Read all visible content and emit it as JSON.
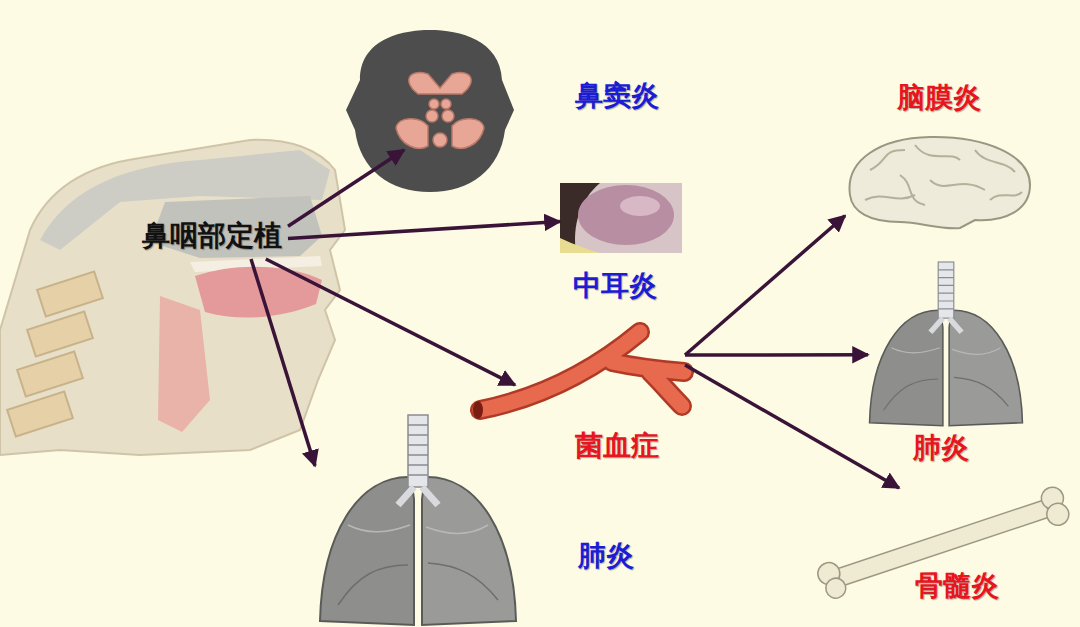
{
  "diagram": {
    "nodes": [
      {
        "text": [
          "鼻咽部定植"
        ]
      },
      {
        "text": [
          "鼻窦炎"
        ]
      },
      {
        "text": [
          "中耳炎"
        ]
      },
      {
        "text": [
          "菌血症"
        ]
      },
      {
        "text": [
          "肺炎"
        ]
      },
      {
        "text": [
          "脑膜炎"
        ]
      },
      {
        "text": [
          "肺炎"
        ]
      },
      {
        "text": [
          "骨髓炎"
        ]
      }
    ],
    "edges": [
      {
        "from": 0,
        "to": 1,
        "arrow": "to"
      },
      {
        "from": 0,
        "to": 2,
        "arrow": "to"
      },
      {
        "from": 0,
        "to": 3,
        "arrow": "to"
      },
      {
        "from": 0,
        "to": 4,
        "arrow": "to"
      },
      {
        "from": 3,
        "to": 5,
        "arrow": "to"
      },
      {
        "from": 3,
        "to": 6,
        "arrow": "to"
      },
      {
        "from": 3,
        "to": 7,
        "arrow": "to"
      }
    ]
  }
}
